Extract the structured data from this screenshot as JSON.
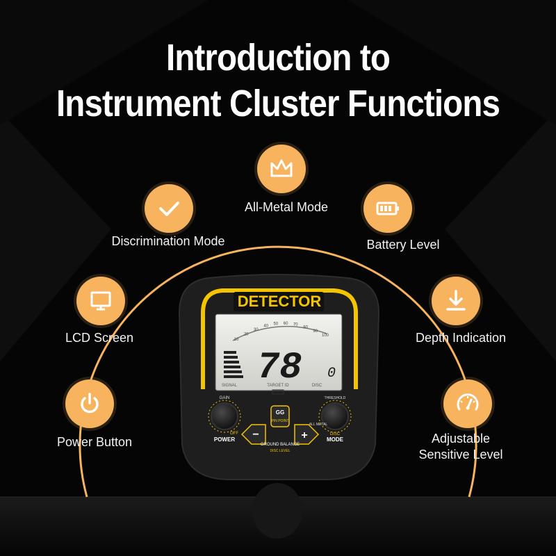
{
  "title": {
    "line1": "Introduction to",
    "line2": "Instrument Cluster Functions"
  },
  "features": [
    {
      "label": "All-Metal Mode",
      "icon": "crown-icon"
    },
    {
      "label": "Discrimination Mode",
      "icon": "checkmark-icon"
    },
    {
      "label": "Battery Level",
      "icon": "battery-icon"
    },
    {
      "label": "LCD Screen",
      "icon": "monitor-icon"
    },
    {
      "label": "Depth Indication",
      "icon": "download-icon"
    },
    {
      "label": "Power Button",
      "icon": "power-icon"
    },
    {
      "label_line1": "Adjustable",
      "label_line2": "Sensitive Level",
      "icon": "gauge-icon"
    }
  ],
  "device": {
    "brand": "DETECTOR",
    "reading": "78",
    "depth": "0",
    "scale": [
      "10",
      "20",
      "30",
      "40",
      "50",
      "60",
      "70",
      "80",
      "90",
      "100"
    ],
    "lcd_labels": {
      "signal": "SIGNAL",
      "target_id": "TARGET ID",
      "disc": "DISC"
    },
    "gain_label": "GAIN",
    "off_label": "OFF",
    "power_label": "POWER",
    "threshold_label": "THRESHOLD",
    "all_metal_label": "ALL METAL",
    "disc_label": "DISC",
    "mode_label": "MODE",
    "gg_label": "GG",
    "pinpoint_label": "PIN POINT",
    "minus_label": "−",
    "plus_label": "+",
    "ground_balance_label": "GROUND BALANCE",
    "disc_level_label": "DISC LEVEL"
  },
  "colors": {
    "accent": "#f7b35d",
    "brand_yellow": "#f4c400",
    "background": "#050505"
  }
}
